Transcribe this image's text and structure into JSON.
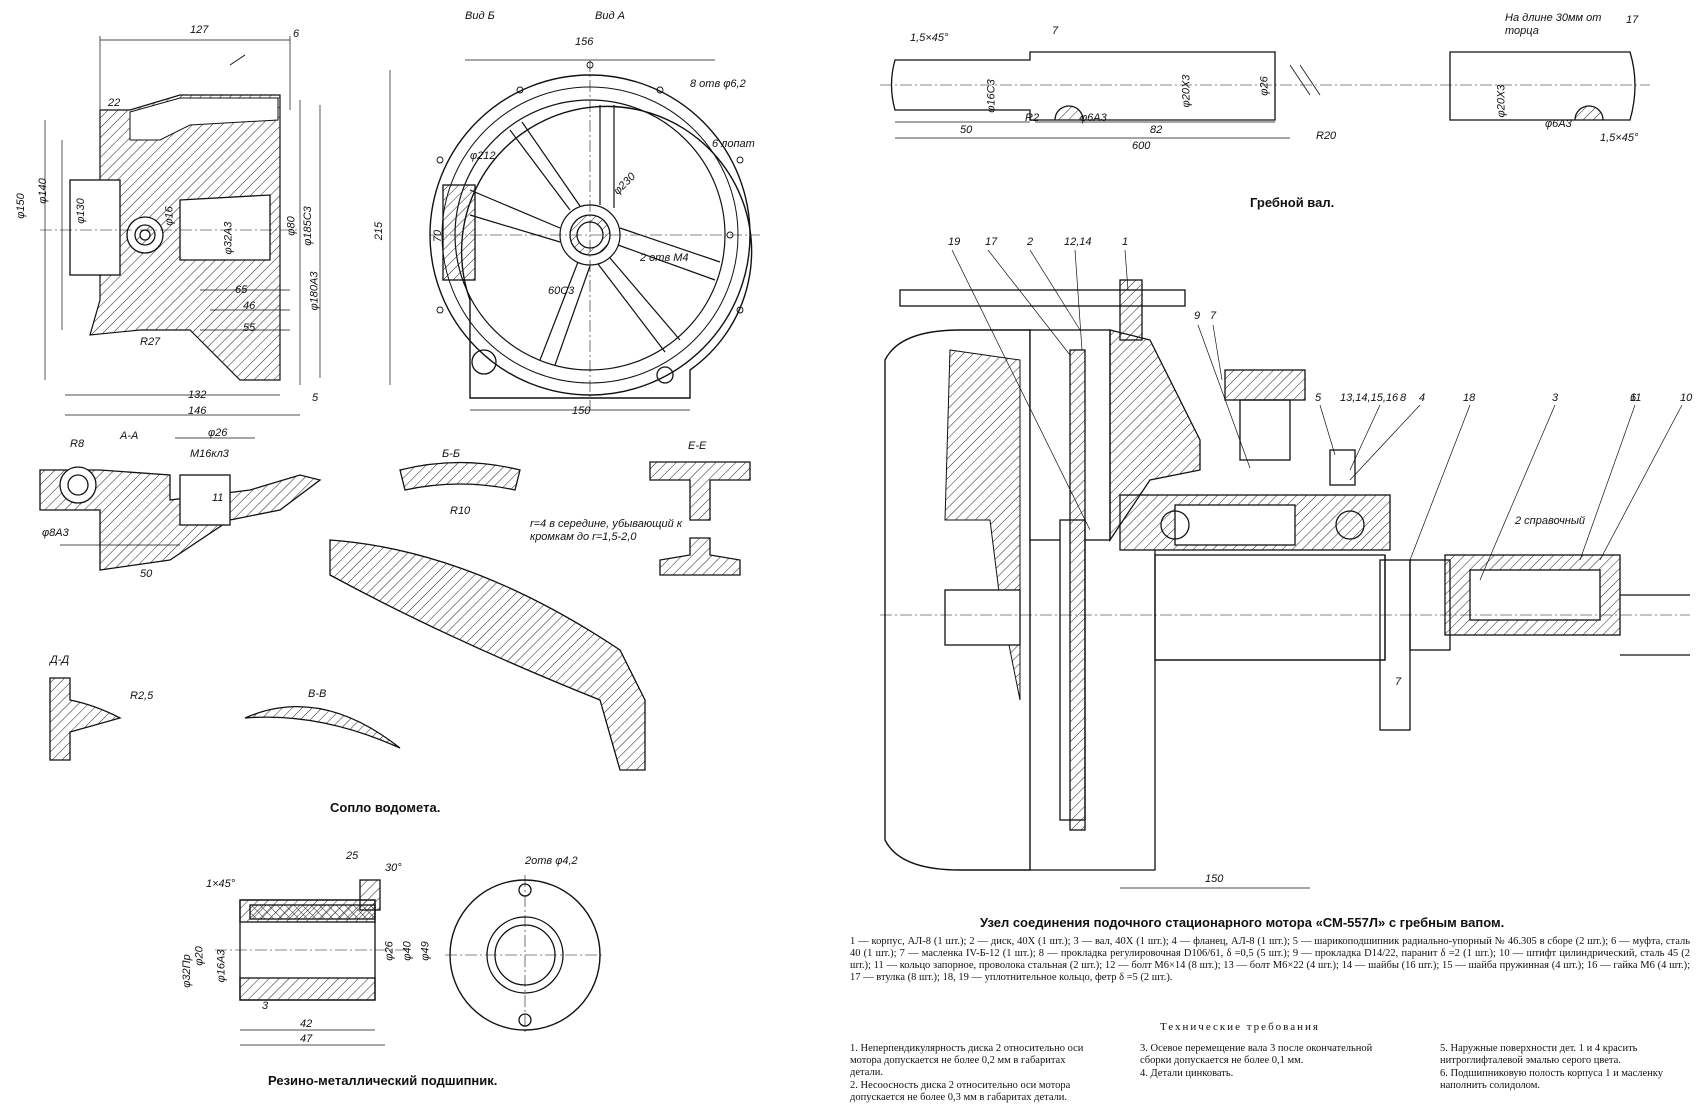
{
  "captions": {
    "nozzle": "Сопло водомета.",
    "bearing": "Резино-металлический подшипник.",
    "shaft": "Гребной вал.",
    "assembly": "Узел соединения подочного стационарного мотора «СМ-557Л» с гребным вапом."
  },
  "legend": "1 — корпус, АЛ-8 (1 шт.); 2 — диск, 40Х (1 шт.); 3 — вал, 40Х (1 шт.); 4 — фланец, АЛ-8 (1 шт.); 5 — шарикоподшипник радиально-упорный № 46.305 в сборе (2 шт.); 6 — муфта, сталь 40 (1 шт.); 7 — масленка IV-Б-12 (1 шт.); 8 — прокладка регулировочная D106/61, δ =0,5 (5 шт.); 9 — прокладка D14/22, паранит δ =2 (1 шт.); 10 — штифт цилиндрический, сталь 45 (2 шт.); 11 — кольцо запорное, проволока стальная (2 шт.); 12 — болт М6×14 (8 шт.); 13 — болт М6×22 (4 шт.); 14 — шайбы (16 шт.); 15 — шайба пружинная (4 шт.); 16 — гайка М6 (4 шт.); 17 — втулка (8 шт.); 18, 19 — уплотнительное кольцо, фетр δ =5 (2 шт.).",
  "requirements_title": "Технические требования",
  "requirements": {
    "col1": [
      "1. Неперпендикулярность диска 2 относительно оси мотора допускается не более 0,2 мм в габаритах детали.",
      "2. Несоосность диска 2 относительно оси мотора допускается не более 0,3 мм в габаритах детали."
    ],
    "col2": [
      "3. Осевое перемещение вала 3 после окончательной сборки допускается не более 0,1 мм.",
      "4. Детали цинковать."
    ],
    "col3": [
      "5. Наружные поверхности дет. 1 и 4 красить нитроглифталевой эмалью серого цвета.",
      "6. Подшипниковую полость корпуса 1 и масленку наполнить солидолом."
    ]
  },
  "labels": {
    "vid_b": "Вид Б",
    "vid_a": "Вид А",
    "d127": "127",
    "d6": "6",
    "d22": "22",
    "d150": "φ150",
    "d140": "φ140",
    "d130": "φ130",
    "d16": "φ16",
    "d32": "φ32А3",
    "d80": "φ80",
    "d185": "φ185С3",
    "d180": "φ180А3",
    "d65": "65",
    "d46": "46",
    "d55": "55",
    "r27": "R27",
    "d132": "132",
    "d146": "146",
    "d5": "5",
    "d156": "156",
    "holes": "8 отв φ6,2",
    "d215": "215",
    "d212": "φ212",
    "ribs": "6 лопат",
    "d230": "φ230",
    "d70": "70",
    "threads": "2 отв М4",
    "d60": "60С3",
    "d150b": "150",
    "aa": "А-А",
    "r8": "R8",
    "d26a": "φ26",
    "m16": "М16кл3",
    "d8": "φ8А3",
    "d50": "50",
    "d11": "11",
    "bb": "Б-Б",
    "r10": "R10",
    "ee": "Е-Е",
    "note_r": "r=4 в середине, убывающий к кромкам до r=1,5-2,0",
    "dd": "Д-Д",
    "r25": "R2,5",
    "vv": "В-В",
    "s1x45": "1×45°",
    "s25": "25",
    "s30": "30°",
    "s2otv": "2отв φ4,2",
    "s32": "φ32Пр",
    "s20": "φ20",
    "s16": "φ16А3",
    "s26": "φ26",
    "s40": "φ40",
    "s49": "φ49",
    "s3": "3",
    "s42": "42",
    "s47": "47",
    "g15x45": "1,5×45°",
    "g7": "7",
    "g16": "φ16С3",
    "g20": "φ20Х3",
    "g26": "φ26",
    "g6a": "φ6А3",
    "g50": "50",
    "g82": "82",
    "gr2": "R2",
    "g600": "600",
    "gr20": "R20",
    "g30": "На длине 30мм от торца",
    "g17": "17",
    "a19": "19",
    "a17": "17",
    "a2": "2",
    "a1214": "12,14",
    "a1": "1",
    "a9": "9",
    "a7": "7",
    "a5": "5",
    "a1316": "13,14,15,16",
    "a8": "8",
    "a4": "4",
    "a18": "18",
    "a3": "3",
    "a6": "6",
    "a11": "11",
    "a10": "10",
    "a2spr": "2 справочный",
    "a150": "150",
    "a7b": "7"
  }
}
